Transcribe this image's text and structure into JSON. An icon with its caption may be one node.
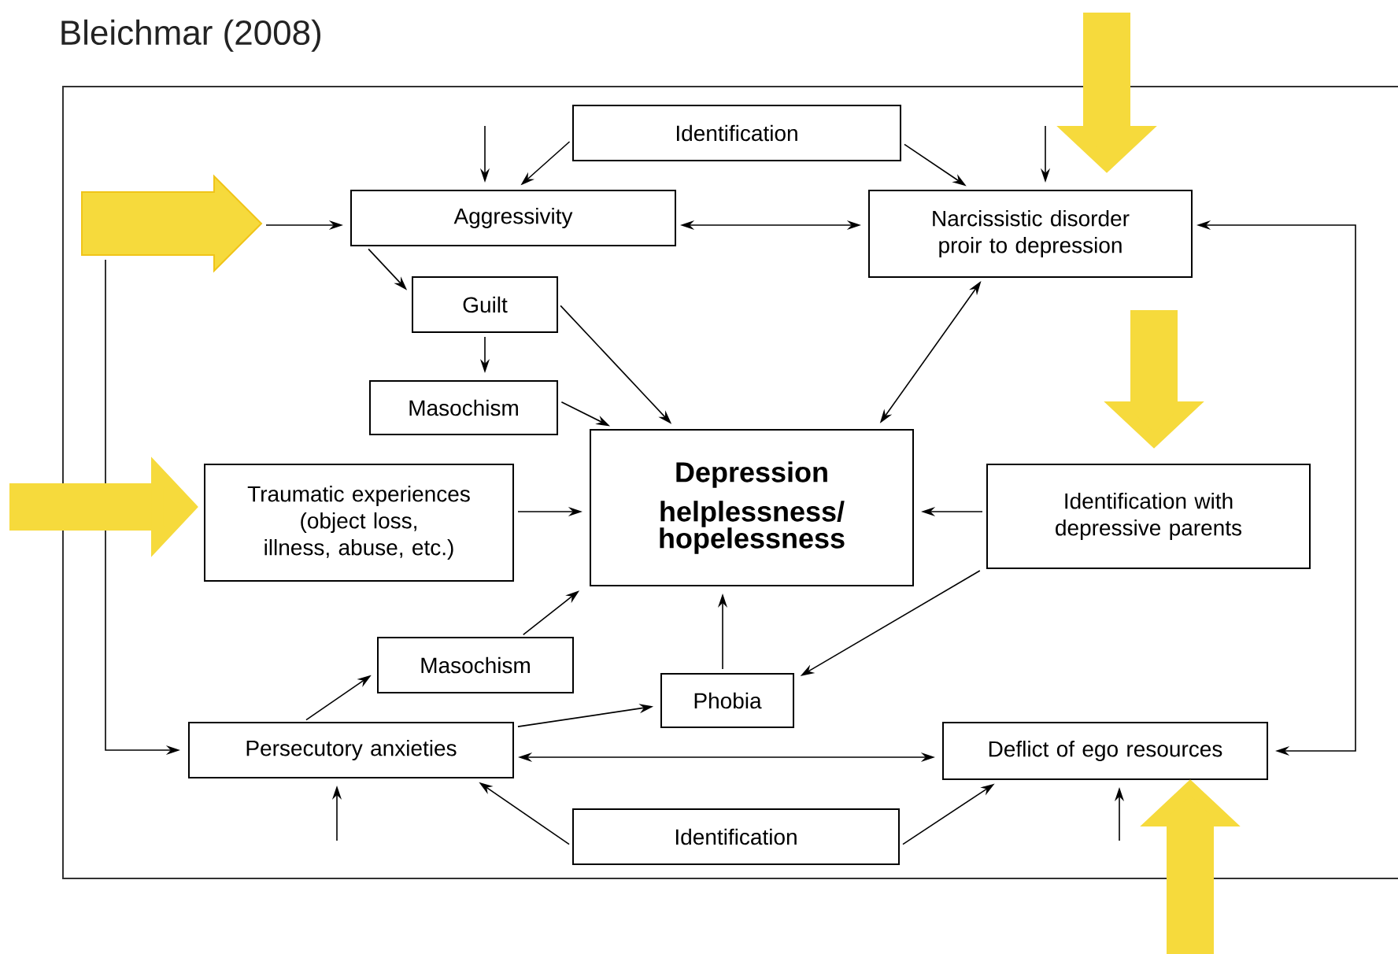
{
  "diagram": {
    "title": "Bleichmar (2008)",
    "nodes": [
      {
        "text": [
          "Identification"
        ]
      },
      {
        "text": [
          "Aggressivity"
        ]
      },
      {
        "text": [
          "Narcissistic disorder proir to depression"
        ]
      },
      {
        "text": [
          "Guilt"
        ]
      },
      {
        "text": [
          "Masochism"
        ]
      },
      {
        "text": [
          "Depression",
          "helplessness/ hopelessness"
        ]
      },
      {
        "text": [
          "Traumatic experiences (object loss, illness, abuse, etc.)"
        ]
      },
      {
        "text": [
          "Identification with depressive parents"
        ]
      },
      {
        "text": [
          "Masochism"
        ]
      },
      {
        "text": [
          "Phobia"
        ]
      },
      {
        "text": [
          "Persecutory anxieties"
        ]
      },
      {
        "text": [
          "Deflict of ego resources"
        ]
      },
      {
        "text": [
          "Identification"
        ]
      },
      {
        "text": [],
        "shape": "arrow"
      }
    ],
    "edges": [
      {
        "from": 13,
        "to": 1,
        "arrow": "to"
      },
      {
        "from": 13,
        "to": 10,
        "arrow": "to"
      },
      {
        "from": null,
        "to": 1,
        "arrow": "to"
      },
      {
        "from": 0,
        "to": 1,
        "arrow": "to"
      },
      {
        "from": 0,
        "to": 2,
        "arrow": "to"
      },
      {
        "from": null,
        "to": 2,
        "arrow": "to"
      },
      {
        "from": 1,
        "to": 2,
        "arrow": "both"
      },
      {
        "from": 1,
        "to": 3,
        "arrow": "to"
      },
      {
        "from": 3,
        "to": 4,
        "arrow": "to"
      },
      {
        "from": 3,
        "to": 5,
        "arrow": "to"
      },
      {
        "from": 4,
        "to": 5,
        "arrow": "to"
      },
      {
        "from": 2,
        "to": 5,
        "arrow": "both"
      },
      {
        "from": 6,
        "to": 5,
        "arrow": "to"
      },
      {
        "from": 7,
        "to": 5,
        "arrow": "to"
      },
      {
        "from": 7,
        "to": 9,
        "arrow": "to"
      },
      {
        "from": 9,
        "to": 5,
        "arrow": "to"
      },
      {
        "from": 8,
        "to": 5,
        "arrow": "to"
      },
      {
        "from": 10,
        "to": 8,
        "arrow": "to"
      },
      {
        "from": 10,
        "to": 9,
        "arrow": "to"
      },
      {
        "from": 10,
        "to": 11,
        "arrow": "both"
      },
      {
        "from": 2,
        "to": 11,
        "arrow": "both"
      },
      {
        "from": 12,
        "to": 10,
        "arrow": "to"
      },
      {
        "from": 12,
        "to": 11,
        "arrow": "to"
      },
      {
        "from": null,
        "to": 10,
        "arrow": "to"
      },
      {
        "from": null,
        "to": 11,
        "arrow": "to"
      },
      {
        "from": null,
        "to": 2,
        "arrow": "to",
        "style": "thick",
        "color": "#f6da3c"
      },
      {
        "from": null,
        "to": 7,
        "arrow": "to",
        "style": "thick",
        "color": "#f6da3c"
      },
      {
        "from": null,
        "to": 6,
        "arrow": "to",
        "style": "thick",
        "color": "#f6da3c"
      },
      {
        "from": null,
        "to": 11,
        "arrow": "to",
        "style": "thick",
        "color": "#f6da3c"
      }
    ]
  }
}
